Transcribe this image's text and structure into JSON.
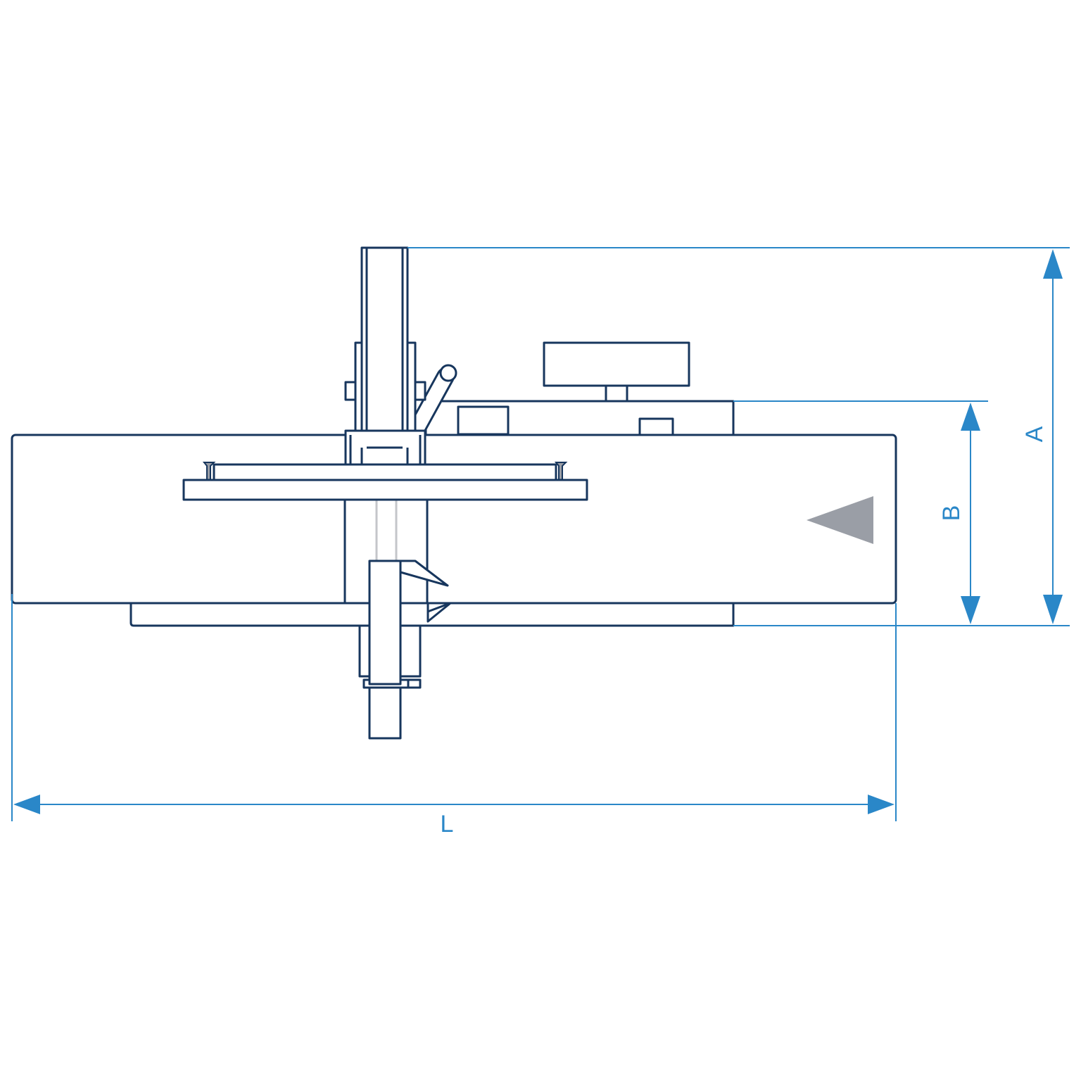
{
  "dimensions": {
    "A": "A",
    "B": "B",
    "L": "L"
  },
  "colors": {
    "machine_line": "#17365d",
    "dimension_line": "#2a87c8",
    "marker_fill": "#9a9ea6",
    "guide_line": "#c4c6ca",
    "background": "#ffffff"
  },
  "icons": {
    "direction_marker": "triangle-left-icon"
  }
}
